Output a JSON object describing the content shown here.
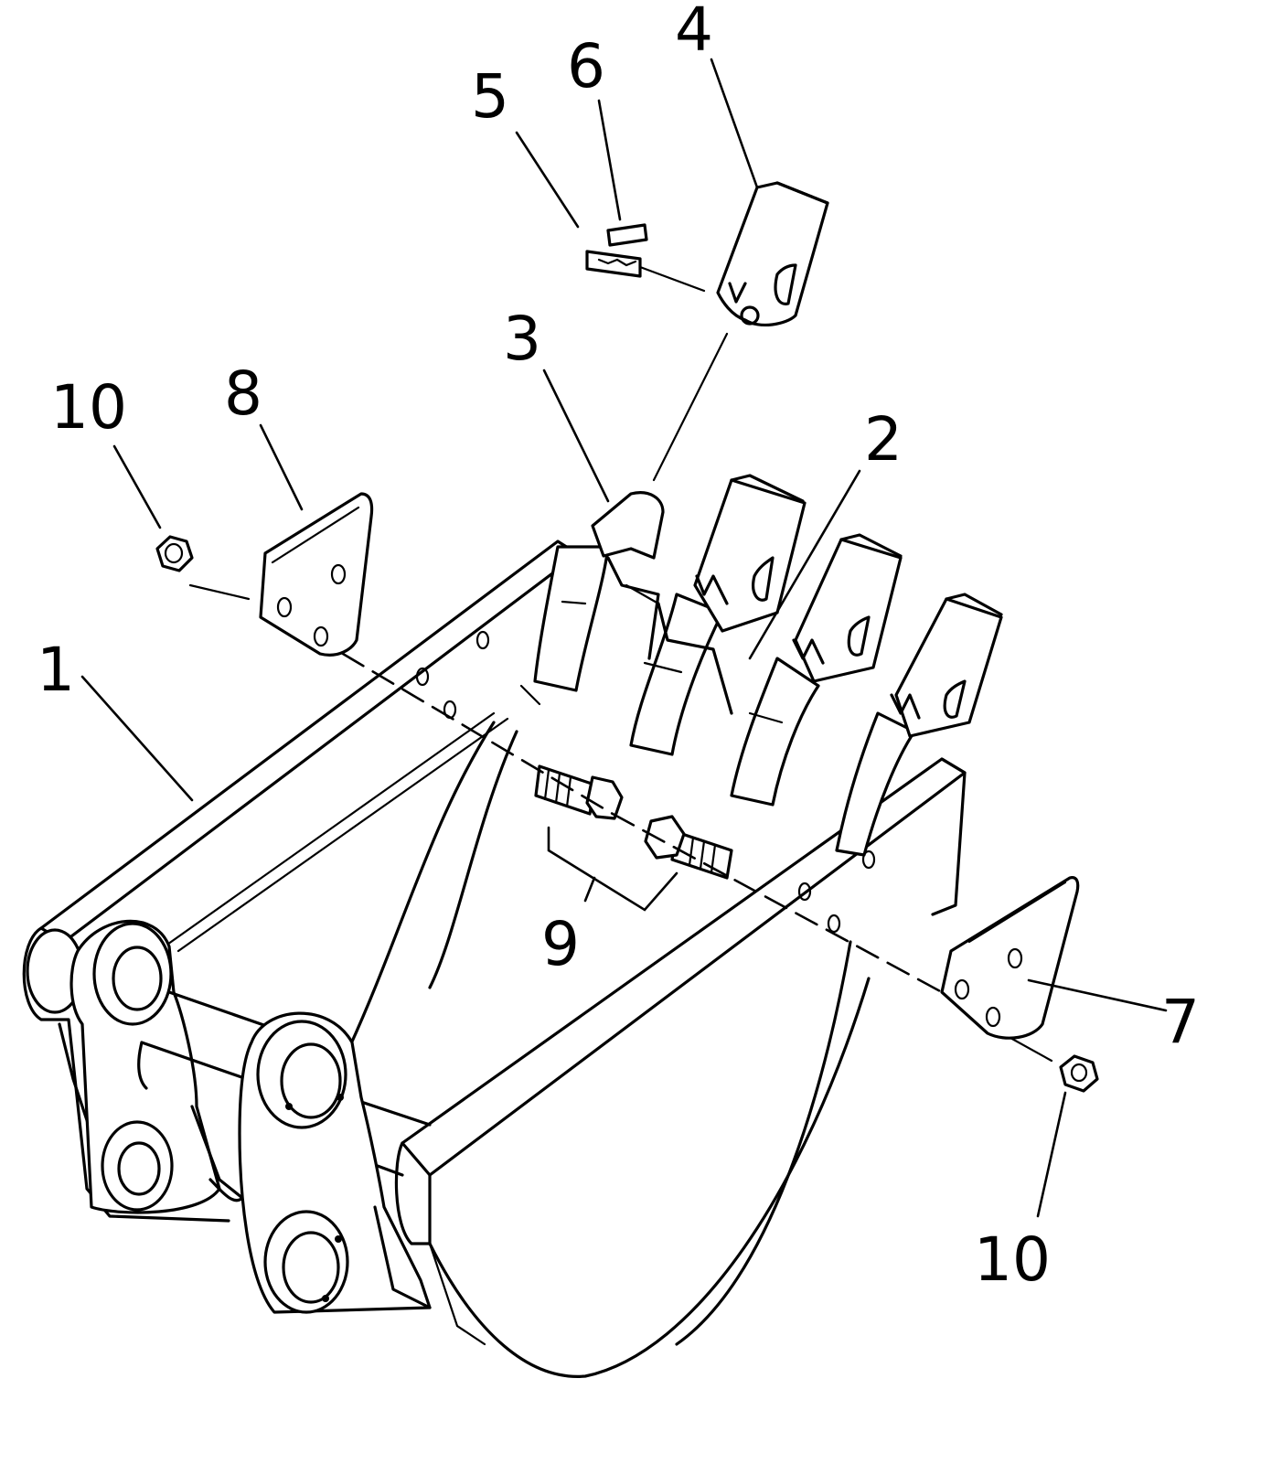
{
  "callouts": {
    "c1": "1",
    "c2": "2",
    "c3": "3",
    "c4": "4",
    "c5": "5",
    "c6": "6",
    "c7": "7",
    "c8": "8",
    "c9": "9",
    "c10_left": "10",
    "c10_right": "10"
  }
}
